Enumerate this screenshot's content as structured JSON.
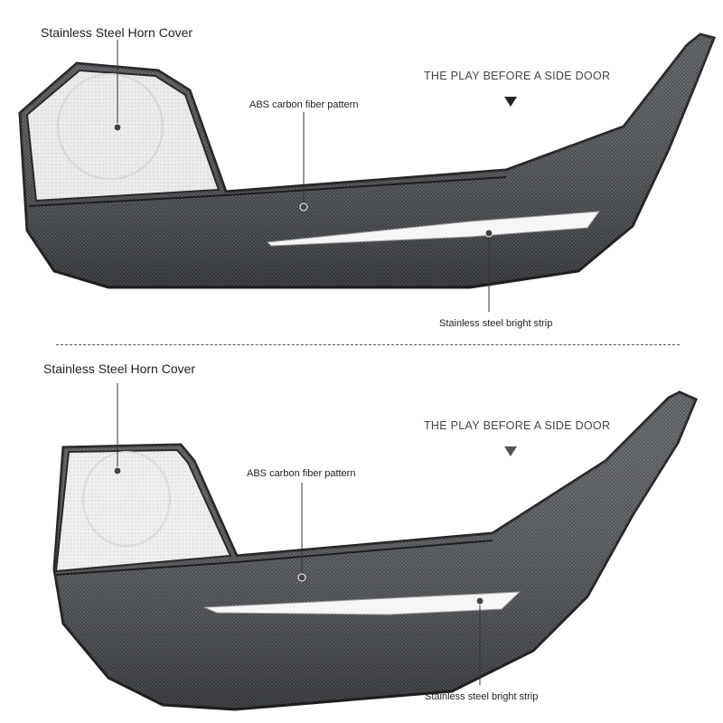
{
  "top": {
    "horn_cover_label": "Stainless Steel Horn Cover",
    "carbon_label": "ABS carbon fiber pattern",
    "strip_label": "Stainless steel bright strip",
    "caption": "THE PLAY BEFORE A SIDE DOOR"
  },
  "bottom": {
    "horn_cover_label": "Stainless Steel Horn Cover",
    "carbon_label": "ABS carbon fiber pattern",
    "strip_label": "Stainless steel bright strip",
    "caption": "THE PLAY BEFORE A SIDE DOOR"
  },
  "colors": {
    "carbon_dark": "#2b2d30",
    "carbon_mid": "#4a4d52",
    "mesh_silver": "#e9e9e9",
    "strip_silver": "#f4f4f4",
    "leader": "#333333"
  }
}
